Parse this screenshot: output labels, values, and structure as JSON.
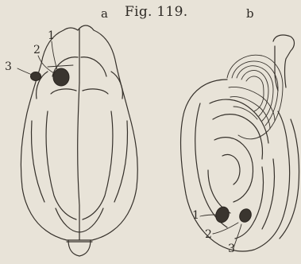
{
  "figure": {
    "title": "Fig. 119.",
    "panels": [
      "a",
      "b"
    ]
  },
  "labels_a": [
    "1",
    "2",
    "3"
  ],
  "labels_b": [
    "1",
    "2",
    "3"
  ],
  "colors": {
    "paper": "#e8e3d8",
    "ink": "#35302a"
  }
}
